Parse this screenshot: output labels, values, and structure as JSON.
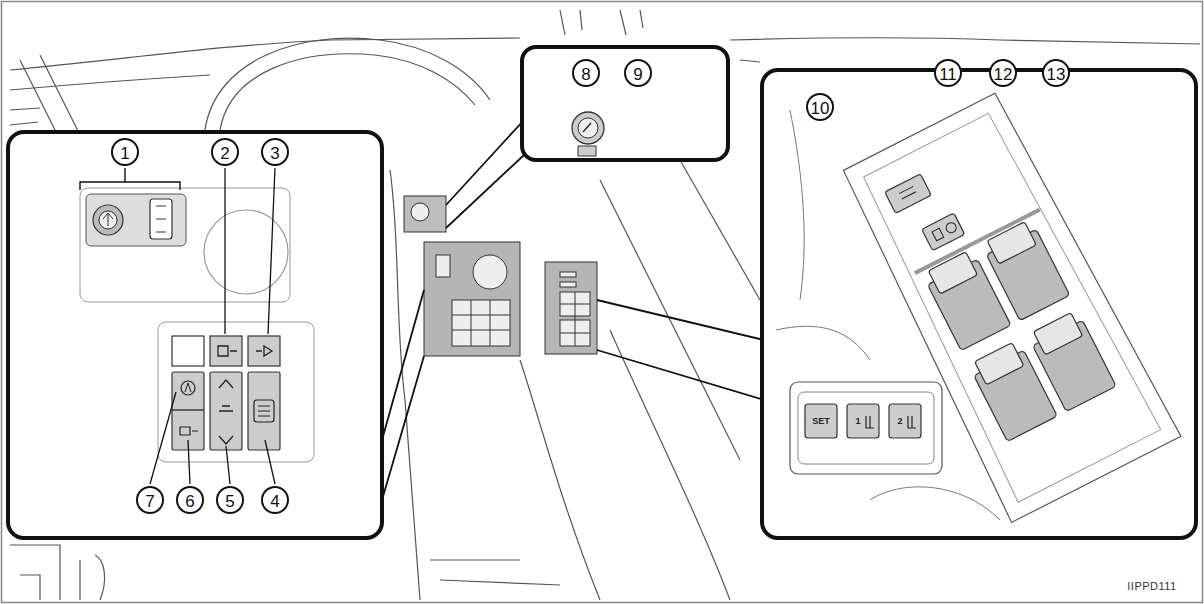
{
  "diagram": {
    "labels": [
      "1",
      "2",
      "3",
      "4",
      "5",
      "6",
      "7",
      "8",
      "9",
      "10",
      "11",
      "12",
      "13",
      "SET",
      "1",
      "2",
      "IIPPD111"
    ]
  }
}
